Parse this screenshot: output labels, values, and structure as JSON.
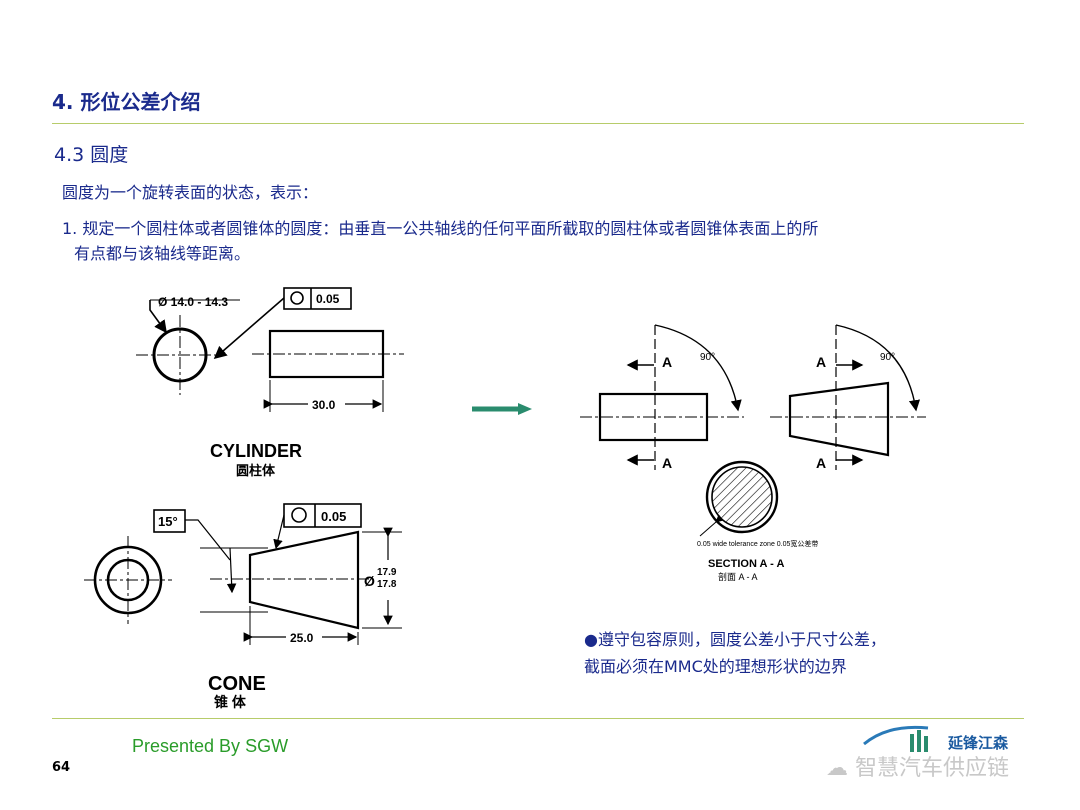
{
  "slide": {
    "title": "4. 形位公差介绍",
    "subtitle": "4.3 圆度",
    "intro": "圆度为一个旋转表面的状态，表示：",
    "point1_line1": "1. 规定一个圆柱体或者圆锥体的圆度：由垂直一公共轴线的任何平面所截取的圆柱体或者圆锥体表面上的所",
    "point1_line2": "有点都与该轴线等距离。",
    "note_line1": "●遵守包容原则，圆度公差小于尺寸公差，",
    "note_line2": "截面必须在MMC处的理想形状的边界",
    "footer": "Presented By SGW",
    "page_number": "64",
    "watermark": "智慧汽车供应链",
    "logo_text": "延锋江森"
  },
  "drawing": {
    "cyl_diameter": "Ø 14.0 - 14.3",
    "cyl_tolerance": "0.05",
    "cyl_length": "30.0",
    "cyl_label_en": "CYLINDER",
    "cyl_label_cn": "圆柱体",
    "cone_angle": "15°",
    "cone_tolerance": "0.05",
    "cone_dia_symbol": "Ø",
    "cone_dia_upper": "17.9",
    "cone_dia_lower": "17.8",
    "cone_length": "25.0",
    "cone_label_en": "CONE",
    "cone_label_cn": "锥 体",
    "section_letter": "A",
    "angle_label": "90°",
    "zone_text": "0.05 wide tolerance zone 0.05宽公差带",
    "section_label_en": "SECTION A - A",
    "section_label_cn": "剖面 A - A"
  }
}
